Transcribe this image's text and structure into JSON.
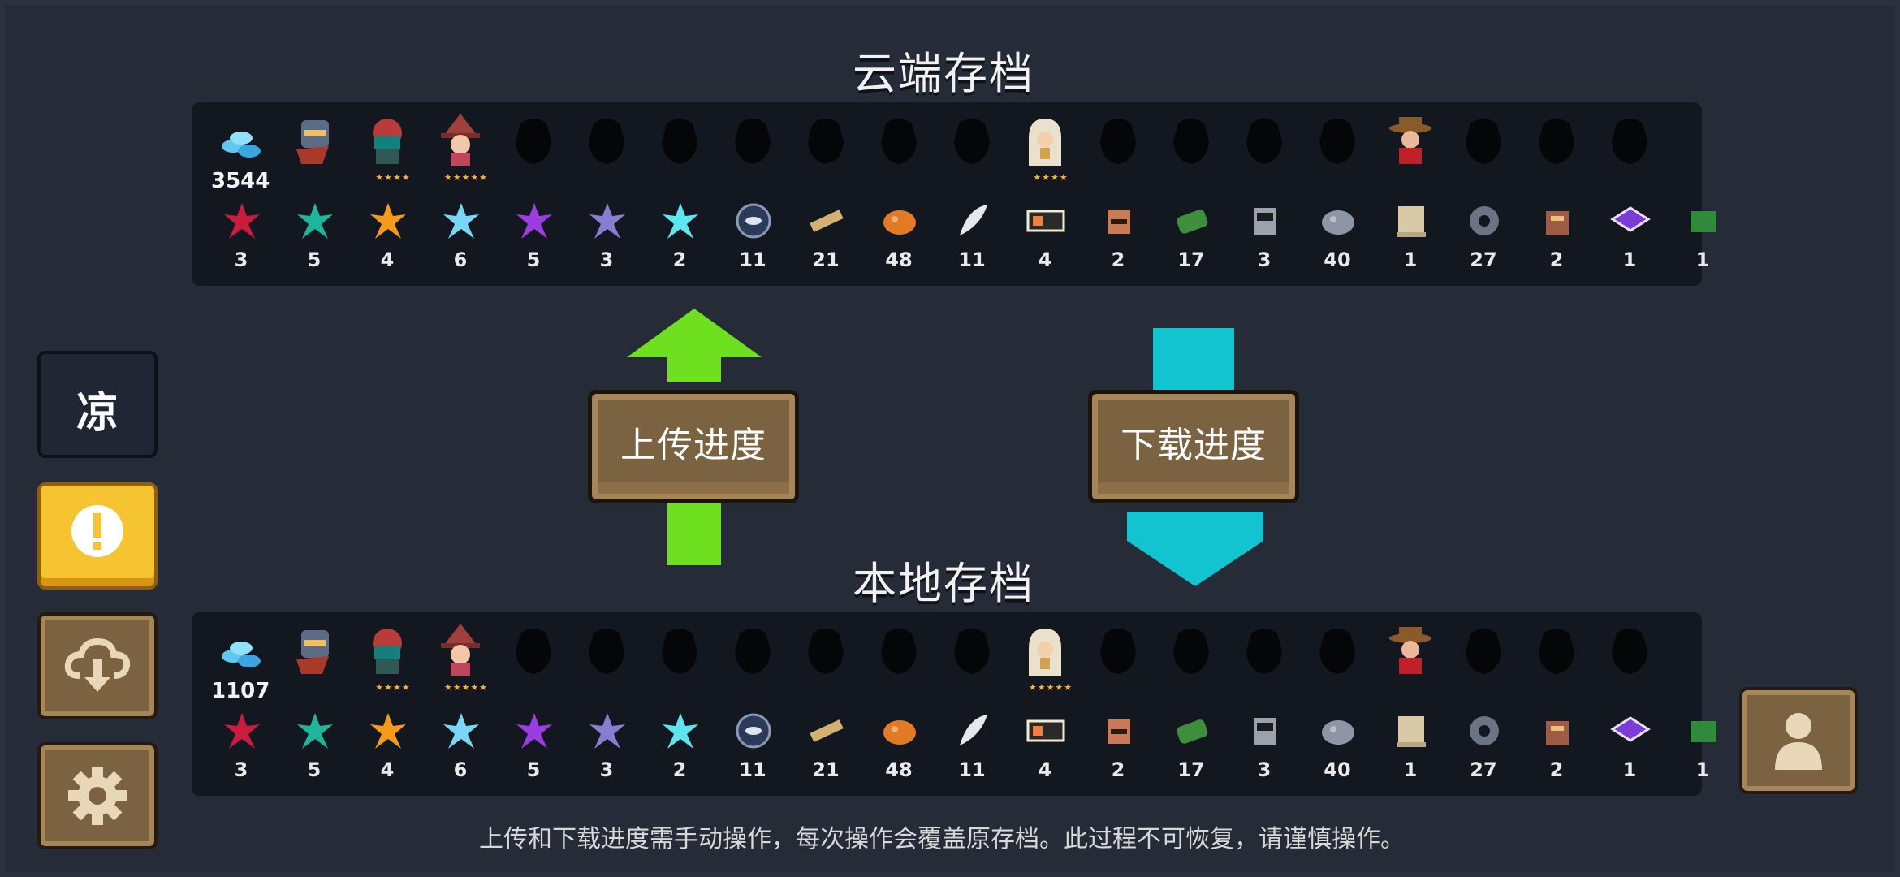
{
  "cloud_save": {
    "title": "云端存档",
    "gem_count": "3544",
    "characters": [
      {
        "name": "knight-helmet",
        "unlocked": true,
        "stars": ""
      },
      {
        "name": "rogue",
        "unlocked": true,
        "stars": "★★★★"
      },
      {
        "name": "witch",
        "unlocked": true,
        "stars": "★★★★★"
      },
      {
        "name": "locked",
        "unlocked": false,
        "stars": ""
      },
      {
        "name": "locked",
        "unlocked": false,
        "stars": ""
      },
      {
        "name": "locked",
        "unlocked": false,
        "stars": ""
      },
      {
        "name": "locked",
        "unlocked": false,
        "stars": ""
      },
      {
        "name": "locked",
        "unlocked": false,
        "stars": ""
      },
      {
        "name": "locked",
        "unlocked": false,
        "stars": ""
      },
      {
        "name": "locked",
        "unlocked": false,
        "stars": ""
      },
      {
        "name": "priest",
        "unlocked": true,
        "stars": "★★★★"
      },
      {
        "name": "locked",
        "unlocked": false,
        "stars": ""
      },
      {
        "name": "locked",
        "unlocked": false,
        "stars": ""
      },
      {
        "name": "locked",
        "unlocked": false,
        "stars": ""
      },
      {
        "name": "locked",
        "unlocked": false,
        "stars": ""
      },
      {
        "name": "cowboy",
        "unlocked": true,
        "stars": ""
      },
      {
        "name": "locked",
        "unlocked": false,
        "stars": ""
      },
      {
        "name": "locked",
        "unlocked": false,
        "stars": ""
      },
      {
        "name": "locked",
        "unlocked": false,
        "stars": ""
      }
    ],
    "materials": [
      {
        "icon": "red-crystal",
        "count": "3",
        "color": "#c81e3c"
      },
      {
        "icon": "green-crystal",
        "count": "5",
        "color": "#1fb59a"
      },
      {
        "icon": "orange-crystal",
        "count": "4",
        "color": "#f59a1b"
      },
      {
        "icon": "blue-crystal",
        "count": "6",
        "color": "#7ad6f5"
      },
      {
        "icon": "purple-crystal",
        "count": "5",
        "color": "#9b3de0"
      },
      {
        "icon": "violet-crystal",
        "count": "3",
        "color": "#8a7ccf"
      },
      {
        "icon": "cyan-crystal",
        "count": "2",
        "color": "#5ee6ee"
      },
      {
        "icon": "fish-orb",
        "count": "11",
        "color": "#2b3a58"
      },
      {
        "icon": "wood-plank",
        "count": "21",
        "color": "#d4b172"
      },
      {
        "icon": "copper-ore",
        "count": "48",
        "color": "#e27a26"
      },
      {
        "icon": "feather",
        "count": "11",
        "color": "#e6e8ee"
      },
      {
        "icon": "battery",
        "count": "4",
        "color": "#f0ecd0"
      },
      {
        "icon": "box-face",
        "count": "2",
        "color": "#c97a56"
      },
      {
        "icon": "green-cylinder",
        "count": "17",
        "color": "#3d8f3b"
      },
      {
        "icon": "robot-head",
        "count": "3",
        "color": "#9aa3ad"
      },
      {
        "icon": "iron-ore",
        "count": "40",
        "color": "#8d96a5"
      },
      {
        "icon": "scroll",
        "count": "1",
        "color": "#d8c9a7"
      },
      {
        "icon": "gear",
        "count": "27",
        "color": "#6b7482"
      },
      {
        "icon": "radio",
        "count": "2",
        "color": "#a05b46"
      },
      {
        "icon": "purple-box",
        "count": "1",
        "color": "#7c3bd6"
      },
      {
        "icon": "green-block",
        "count": "1",
        "color": "#2f8a3a"
      }
    ]
  },
  "local_save": {
    "title": "本地存档",
    "gem_count": "1107",
    "characters": [
      {
        "name": "knight-helmet",
        "unlocked": true,
        "stars": ""
      },
      {
        "name": "rogue",
        "unlocked": true,
        "stars": "★★★★"
      },
      {
        "name": "witch",
        "unlocked": true,
        "stars": "★★★★★"
      },
      {
        "name": "locked",
        "unlocked": false,
        "stars": ""
      },
      {
        "name": "locked",
        "unlocked": false,
        "stars": ""
      },
      {
        "name": "locked",
        "unlocked": false,
        "stars": ""
      },
      {
        "name": "locked",
        "unlocked": false,
        "stars": ""
      },
      {
        "name": "locked",
        "unlocked": false,
        "stars": ""
      },
      {
        "name": "locked",
        "unlocked": false,
        "stars": ""
      },
      {
        "name": "locked",
        "unlocked": false,
        "stars": ""
      },
      {
        "name": "priest",
        "unlocked": true,
        "stars": "★★★★★"
      },
      {
        "name": "locked",
        "unlocked": false,
        "stars": ""
      },
      {
        "name": "locked",
        "unlocked": false,
        "stars": ""
      },
      {
        "name": "locked",
        "unlocked": false,
        "stars": ""
      },
      {
        "name": "locked",
        "unlocked": false,
        "stars": ""
      },
      {
        "name": "cowboy",
        "unlocked": true,
        "stars": ""
      },
      {
        "name": "locked",
        "unlocked": false,
        "stars": ""
      },
      {
        "name": "locked",
        "unlocked": false,
        "stars": ""
      },
      {
        "name": "locked",
        "unlocked": false,
        "stars": ""
      }
    ],
    "materials": [
      {
        "icon": "red-crystal",
        "count": "3",
        "color": "#c81e3c"
      },
      {
        "icon": "green-crystal",
        "count": "5",
        "color": "#1fb59a"
      },
      {
        "icon": "orange-crystal",
        "count": "4",
        "color": "#f59a1b"
      },
      {
        "icon": "blue-crystal",
        "count": "6",
        "color": "#7ad6f5"
      },
      {
        "icon": "purple-crystal",
        "count": "5",
        "color": "#9b3de0"
      },
      {
        "icon": "violet-crystal",
        "count": "3",
        "color": "#8a7ccf"
      },
      {
        "icon": "cyan-crystal",
        "count": "2",
        "color": "#5ee6ee"
      },
      {
        "icon": "fish-orb",
        "count": "11",
        "color": "#2b3a58"
      },
      {
        "icon": "wood-plank",
        "count": "21",
        "color": "#d4b172"
      },
      {
        "icon": "copper-ore",
        "count": "48",
        "color": "#e27a26"
      },
      {
        "icon": "feather",
        "count": "11",
        "color": "#e6e8ee"
      },
      {
        "icon": "battery",
        "count": "4",
        "color": "#f0ecd0"
      },
      {
        "icon": "box-face",
        "count": "2",
        "color": "#c97a56"
      },
      {
        "icon": "green-cylinder",
        "count": "17",
        "color": "#3d8f3b"
      },
      {
        "icon": "robot-head",
        "count": "3",
        "color": "#9aa3ad"
      },
      {
        "icon": "iron-ore",
        "count": "40",
        "color": "#8d96a5"
      },
      {
        "icon": "scroll",
        "count": "1",
        "color": "#d8c9a7"
      },
      {
        "icon": "gear",
        "count": "27",
        "color": "#6b7482"
      },
      {
        "icon": "radio",
        "count": "2",
        "color": "#a05b46"
      },
      {
        "icon": "purple-box",
        "count": "1",
        "color": "#7c3bd6"
      },
      {
        "icon": "green-block",
        "count": "1",
        "color": "#2f8a3a"
      }
    ]
  },
  "actions": {
    "upload_label": "上传进度",
    "download_label": "下载进度",
    "upload_arrow_color": "#6fe020",
    "download_arrow_color": "#12c4cf"
  },
  "sidebar": {
    "account_label": "凉",
    "alert_icon": "exclamation-icon",
    "cloud_icon": "cloud-download-icon",
    "settings_icon": "gear-icon"
  },
  "profile_icon": "person-icon",
  "notice": "上传和下载进度需手动操作，每次操作会覆盖原存档。此过程不可恢复，请谨慎操作。"
}
